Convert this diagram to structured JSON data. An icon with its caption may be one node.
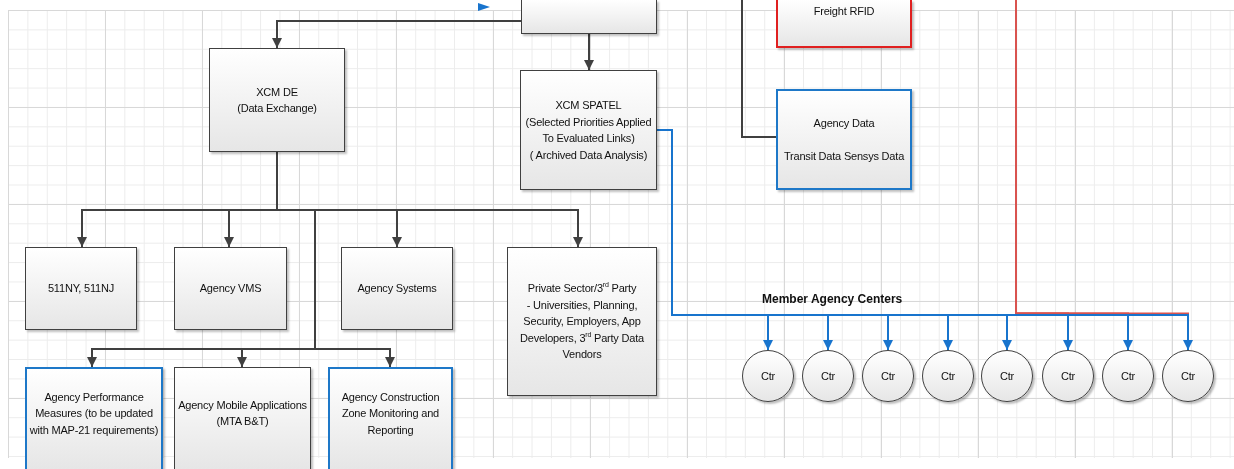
{
  "diagram": {
    "nodes": [
      {
        "text": [],
        "shape": "box"
      },
      {
        "text": [
          "Freight RFID"
        ]
      },
      {
        "text": [
          "XCM DE",
          "(Data Exchange)"
        ]
      },
      {
        "text": [
          "XCM SPATEL",
          "(Selected Priorities Applied To Evaluated Links)",
          "( Archived Data Analysis)"
        ]
      },
      {
        "text": [
          "Agency Data",
          "Transit Data Sensys Data"
        ]
      },
      {
        "text": [
          "511NY, 511NJ"
        ]
      },
      {
        "text": [
          "Agency VMS"
        ]
      },
      {
        "text": [
          "Agency Systems"
        ]
      },
      {
        "text": [
          "Private Sector/3$^{rd}$ Party",
          "- Universities, Planning, Security, Employers, App Developers, 3$^{rd}$ Party Data Vendors"
        ]
      },
      {
        "text": [
          "Agency Performance Measures (to be updated with MAP-21 requirements)"
        ]
      },
      {
        "text": [
          "Agency Mobile Applications (MTA B&T)"
        ]
      },
      {
        "text": [
          "Agency Construction Zone Monitoring and Reporting"
        ]
      },
      {
        "text": [
          "Ctr"
        ]
      },
      {
        "text": [
          "Ctr"
        ]
      },
      {
        "text": [
          "Ctr"
        ]
      },
      {
        "text": [
          "Ctr"
        ]
      },
      {
        "text": [
          "Ctr"
        ]
      },
      {
        "text": [
          "Ctr"
        ]
      },
      {
        "text": [
          "Ctr"
        ]
      },
      {
        "text": [
          "Ctr"
        ]
      }
    ],
    "edges": [
      {
        "from": 0,
        "to": 2,
        "arrow": "to"
      },
      {
        "from": 0,
        "to": 3,
        "arrow": "to"
      },
      {
        "from": null,
        "to": 4,
        "arrow": "none"
      },
      {
        "from": 2,
        "to": 5,
        "arrow": "to"
      },
      {
        "from": 2,
        "to": 6,
        "arrow": "to"
      },
      {
        "from": 2,
        "to": 7,
        "arrow": "to"
      },
      {
        "from": 2,
        "to": 8,
        "arrow": "to"
      },
      {
        "from": 2,
        "to": 9,
        "arrow": "to"
      },
      {
        "from": 2,
        "to": 10,
        "arrow": "to"
      },
      {
        "from": 2,
        "to": 11,
        "arrow": "to"
      },
      {
        "from": 3,
        "to": 12,
        "arrow": "to",
        "color": "#1874cd"
      },
      {
        "from": 3,
        "to": 13,
        "arrow": "to",
        "color": "#1874cd"
      },
      {
        "from": 3,
        "to": 14,
        "arrow": "to",
        "color": "#1874cd"
      },
      {
        "from": 3,
        "to": 15,
        "arrow": "to",
        "color": "#1874cd"
      },
      {
        "from": 3,
        "to": 16,
        "arrow": "to",
        "color": "#1874cd"
      },
      {
        "from": 3,
        "to": 17,
        "arrow": "to",
        "color": "#1874cd"
      },
      {
        "from": 3,
        "to": 18,
        "arrow": "to",
        "color": "#1874cd"
      },
      {
        "from": 3,
        "to": 19,
        "arrow": "to",
        "color": "#1874cd"
      },
      {
        "from": null,
        "to": 17,
        "arrow": "none",
        "color": "#d9534f"
      },
      {
        "from": null,
        "to": 18,
        "arrow": "none",
        "color": "#d9534f"
      },
      {
        "from": null,
        "to": 19,
        "arrow": "none",
        "color": "#d9534f"
      }
    ],
    "labels": [
      "Member Agency Centers"
    ]
  }
}
